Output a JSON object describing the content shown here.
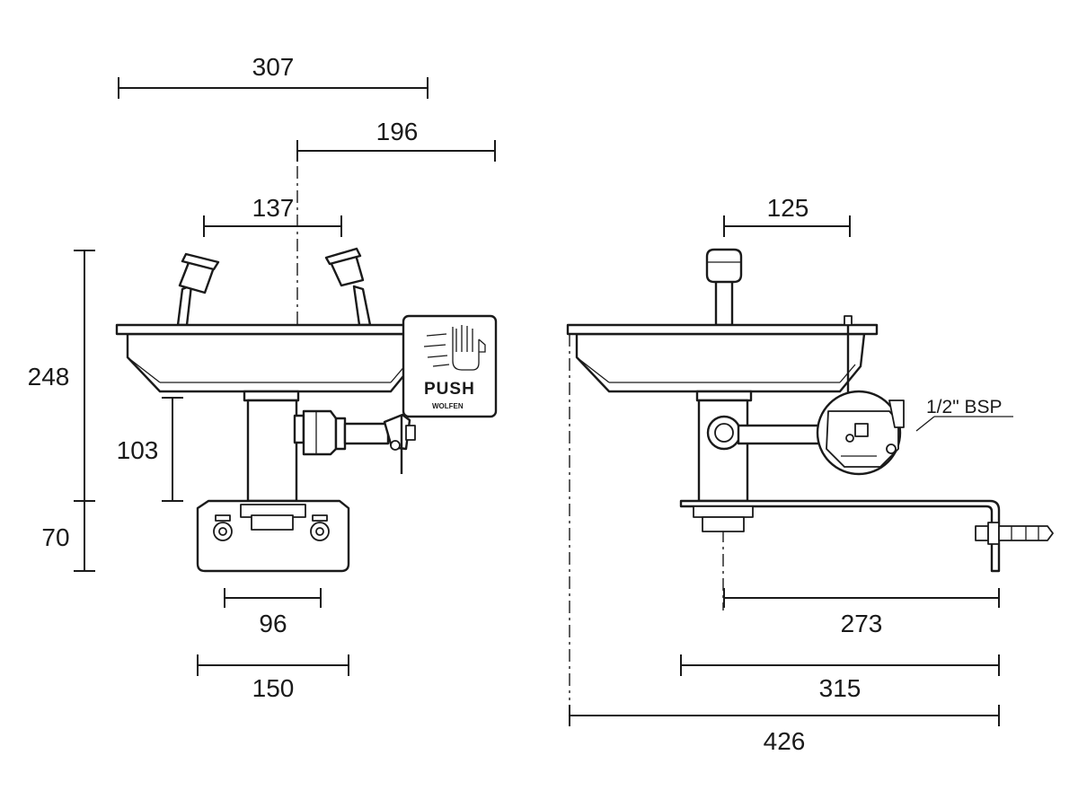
{
  "dimensions": {
    "front_width_overall": "307",
    "front_offset_right": "196",
    "front_spray_spacing": "137",
    "front_height_overall": "248",
    "front_height_pedestal": "103",
    "front_height_bracket": "70",
    "front_mount_spacing": "96",
    "front_bracket_width": "150",
    "side_spray_offset": "125",
    "side_depth_inner": "273",
    "side_depth_bracket": "315",
    "side_depth_overall": "426"
  },
  "labels": {
    "push": "PUSH",
    "brand": "WOLFEN",
    "thread": "1/2\" BSP"
  }
}
